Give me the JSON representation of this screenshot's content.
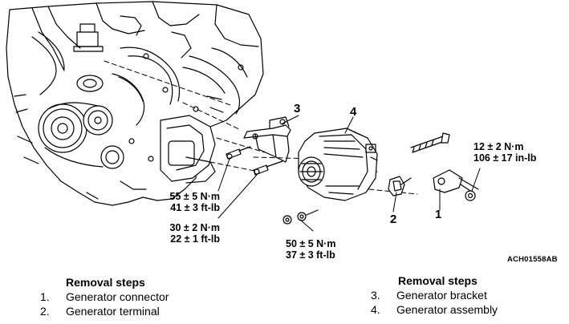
{
  "torque_labels": {
    "t1": {
      "line1": "12 ± 2 N·m",
      "line2": "106 ± 17 in-lb"
    },
    "t2": {
      "line1": "55 ± 5 N·m",
      "line2": "41 ± 3 ft-lb"
    },
    "t3": {
      "line1": "30 ± 2 N·m",
      "line2": "22 ± 1 ft-lb"
    },
    "t4": {
      "line1": "50 ± 5 N·m",
      "line2": "37 ± 3 ft-lb"
    }
  },
  "part_callouts": [
    "1",
    "2",
    "3",
    "4"
  ],
  "figure_code": "ACH01558AB",
  "removal_steps": {
    "title": "Removal steps",
    "items": [
      {
        "num": "1.",
        "label": "Generator connector"
      },
      {
        "num": "2.",
        "label": "Generator terminal"
      },
      {
        "num": "3.",
        "label": "Generator bracket"
      },
      {
        "num": "4.",
        "label": "Generator assembly"
      }
    ]
  }
}
